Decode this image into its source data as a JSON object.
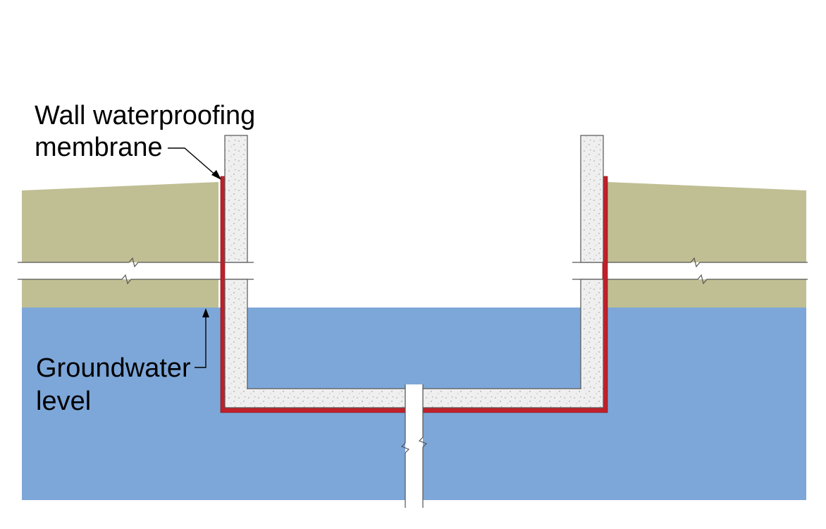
{
  "labels": {
    "membrane_line1": "Wall waterproofing",
    "membrane_line2": "membrane",
    "groundwater_line1": "Groundwater",
    "groundwater_line2": "level"
  },
  "colors": {
    "soil": "#c0bf94",
    "water": "#7da7d9",
    "concrete": "#efefef",
    "membrane": "#c0202a",
    "outline": "#555555",
    "leader": "#000000",
    "background": "#ffffff"
  }
}
